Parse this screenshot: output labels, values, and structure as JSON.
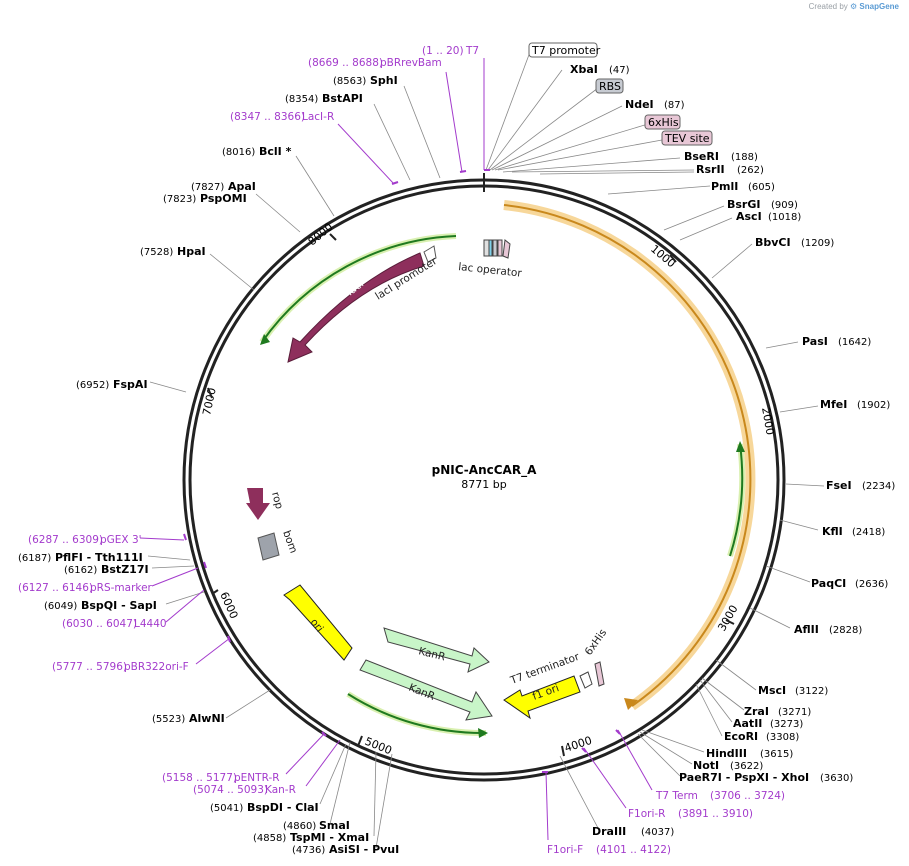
{
  "credit": {
    "prefix": "Created by",
    "brand": "SnapGene"
  },
  "plasmid": {
    "name": "pNIC-AncCAR_A",
    "length": "8771 bp"
  },
  "ticks": [
    "1000",
    "2000",
    "3000",
    "4000",
    "5000",
    "6000",
    "7000",
    "8000"
  ],
  "sites": [
    {
      "name": "XbaI",
      "pos": "(47)"
    },
    {
      "name": "NdeI",
      "pos": "(87)"
    },
    {
      "name": "BseRI",
      "pos": "(188)"
    },
    {
      "name": "RsrII",
      "pos": "(262)"
    },
    {
      "name": "PmlI",
      "pos": "(605)"
    },
    {
      "name": "BsrGI",
      "pos": "(909)"
    },
    {
      "name": "AscI",
      "pos": "(1018)"
    },
    {
      "name": "BbvCI",
      "pos": "(1209)"
    },
    {
      "name": "PasI",
      "pos": "(1642)"
    },
    {
      "name": "MfeI",
      "pos": "(1902)"
    },
    {
      "name": "FseI",
      "pos": "(2234)"
    },
    {
      "name": "KflI",
      "pos": "(2418)"
    },
    {
      "name": "PaqCI",
      "pos": "(2636)"
    },
    {
      "name": "AflII",
      "pos": "(2828)"
    },
    {
      "name": "MscI",
      "pos": "(3122)"
    },
    {
      "name": "ZraI",
      "pos": "(3271)"
    },
    {
      "name": "AatII",
      "pos": "(3273)"
    },
    {
      "name": "EcoRI",
      "pos": "(3308)"
    },
    {
      "name": "HindIII",
      "pos": "(3615)"
    },
    {
      "name": "NotI",
      "pos": "(3622)"
    },
    {
      "name": "PaeR7I - PspXI - XhoI",
      "pos": "(3630)"
    },
    {
      "name": "DraIII",
      "pos": "(4037)"
    },
    {
      "name": "SmaI",
      "pos": "(4860)"
    },
    {
      "name": "TspMI - XmaI",
      "pos": "(4858)"
    },
    {
      "name": "AsiSI - PvuI",
      "pos": "(4736)"
    },
    {
      "name": "BspDI - ClaI",
      "pos": "(5041)"
    },
    {
      "name": "AlwNI",
      "pos": "(5523)"
    },
    {
      "name": "BspQI - SapI",
      "pos": "(6049)"
    },
    {
      "name": "BstZ17I",
      "pos": "(6162)"
    },
    {
      "name": "PflFI - Tth111I",
      "pos": "(6187)"
    },
    {
      "name": "FspAI",
      "pos": "(6952)"
    },
    {
      "name": "HpaI",
      "pos": "(7528)"
    },
    {
      "name": "ApaI",
      "pos": "(7827)"
    },
    {
      "name": "PspOMI",
      "pos": "(7823)"
    },
    {
      "name": "BclI *",
      "pos": "(8016)"
    },
    {
      "name": "BstAPI",
      "pos": "(8354)"
    },
    {
      "name": "SphI",
      "pos": "(8563)"
    }
  ],
  "primers": [
    {
      "name": "T7",
      "range": "(1 .. 20)"
    },
    {
      "name": "pBRrevBam",
      "range": "(8669 .. 8688)"
    },
    {
      "name": "LacI-R",
      "range": "(8347 .. 8366)"
    },
    {
      "name": "T7 Term",
      "range": "(3706 .. 3724)"
    },
    {
      "name": "F1ori-R",
      "range": "(3891 .. 3910)"
    },
    {
      "name": "F1ori-F",
      "range": "(4101 .. 4122)"
    },
    {
      "name": "pENTR-R",
      "range": "(5158 .. 5177)"
    },
    {
      "name": "Kan-R",
      "range": "(5074 .. 5093)"
    },
    {
      "name": "pBR322ori-F",
      "range": "(5777 .. 5796)"
    },
    {
      "name": "L4440",
      "range": "(6030 .. 6047)"
    },
    {
      "name": "pRS-marker",
      "range": "(6127 .. 6146)"
    },
    {
      "name": "pGEX 3'",
      "range": "(6287 .. 6309)"
    }
  ],
  "boxed": [
    {
      "label": "T7 promoter",
      "fill": "#ffffff"
    },
    {
      "label": "RBS",
      "fill": "#c7cbd2"
    },
    {
      "label": "6xHis",
      "fill": "#e8c7d6"
    },
    {
      "label": "TEV site",
      "fill": "#e8c7d6"
    }
  ],
  "features": {
    "laci": "lacI",
    "laci_promoter": "lacI promoter",
    "lac_operator": "lac operator",
    "rop": "rop",
    "bom": "bom",
    "ori": "ori",
    "kanr1": "KanR",
    "kanr2": "KanR",
    "t7_terminator": "T7 terminator",
    "his": "6xHis",
    "f1_ori": "f1 ori"
  },
  "colors": {
    "backbone": "#222222",
    "primer": "#a33bcc",
    "orf": "#f2b24a",
    "orf_arrow": "#1f7a1f",
    "laci": "#8e2f5c",
    "ori": "#ffff00",
    "kanr": "#c8f5c8",
    "f1": "#ffff00"
  }
}
